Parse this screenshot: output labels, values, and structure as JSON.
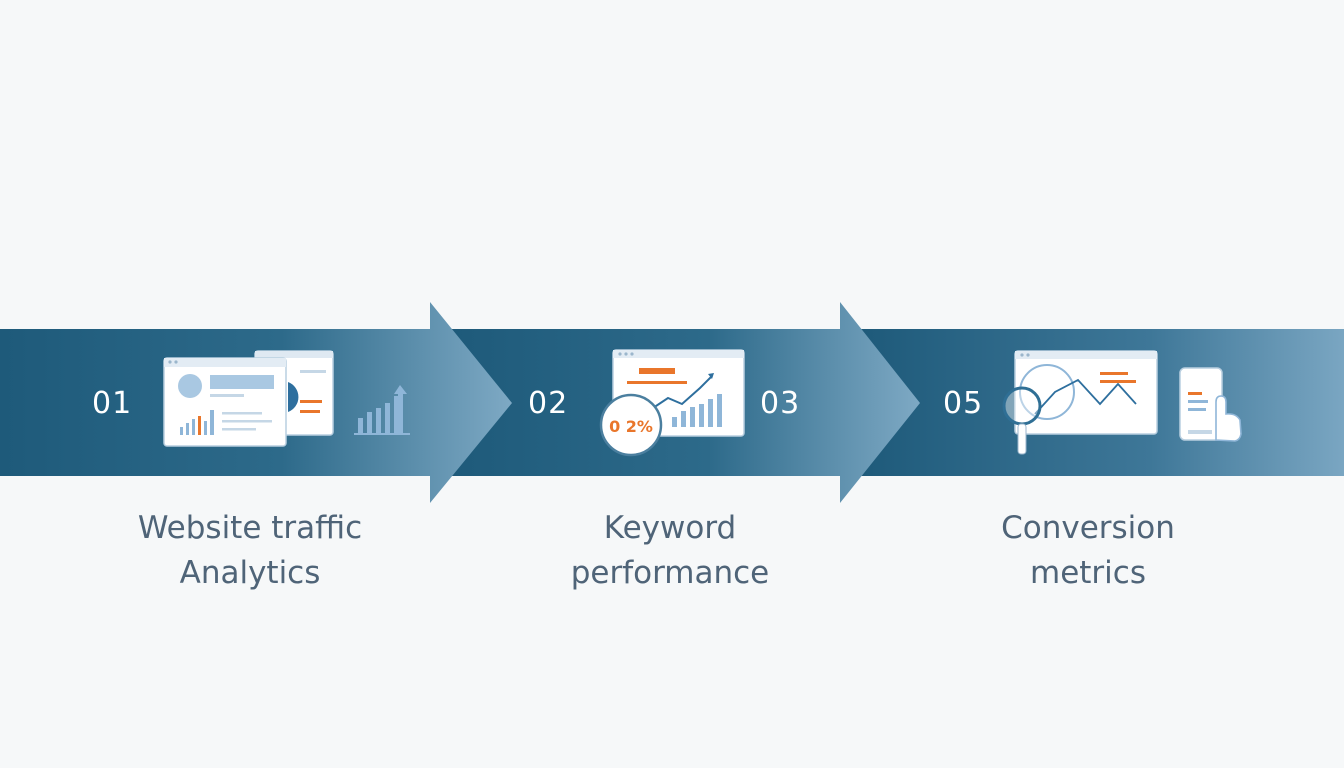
{
  "colors": {
    "band_dark": "#1e5a7a",
    "band_light": "#7aa6c2",
    "accent_orange": "#e9762b",
    "icon_blue": "#8fb6d8",
    "label_gray": "#4f6478",
    "background": "#f6f8f9"
  },
  "steps": [
    {
      "number": "01",
      "line1": "Website traffic",
      "line2": "Analytics",
      "icon": "analytics-dashboard-icon"
    },
    {
      "number": "02",
      "line1": "Keyword",
      "line2": "performance",
      "icon": "keyword-chart-icon"
    },
    {
      "number": "03",
      "line1": "",
      "line2": "",
      "icon": ""
    },
    {
      "number": "05",
      "line1": "Conversion",
      "line2": "metrics",
      "icon": "conversion-monitor-icon"
    }
  ],
  "badge_text": "0 2%"
}
